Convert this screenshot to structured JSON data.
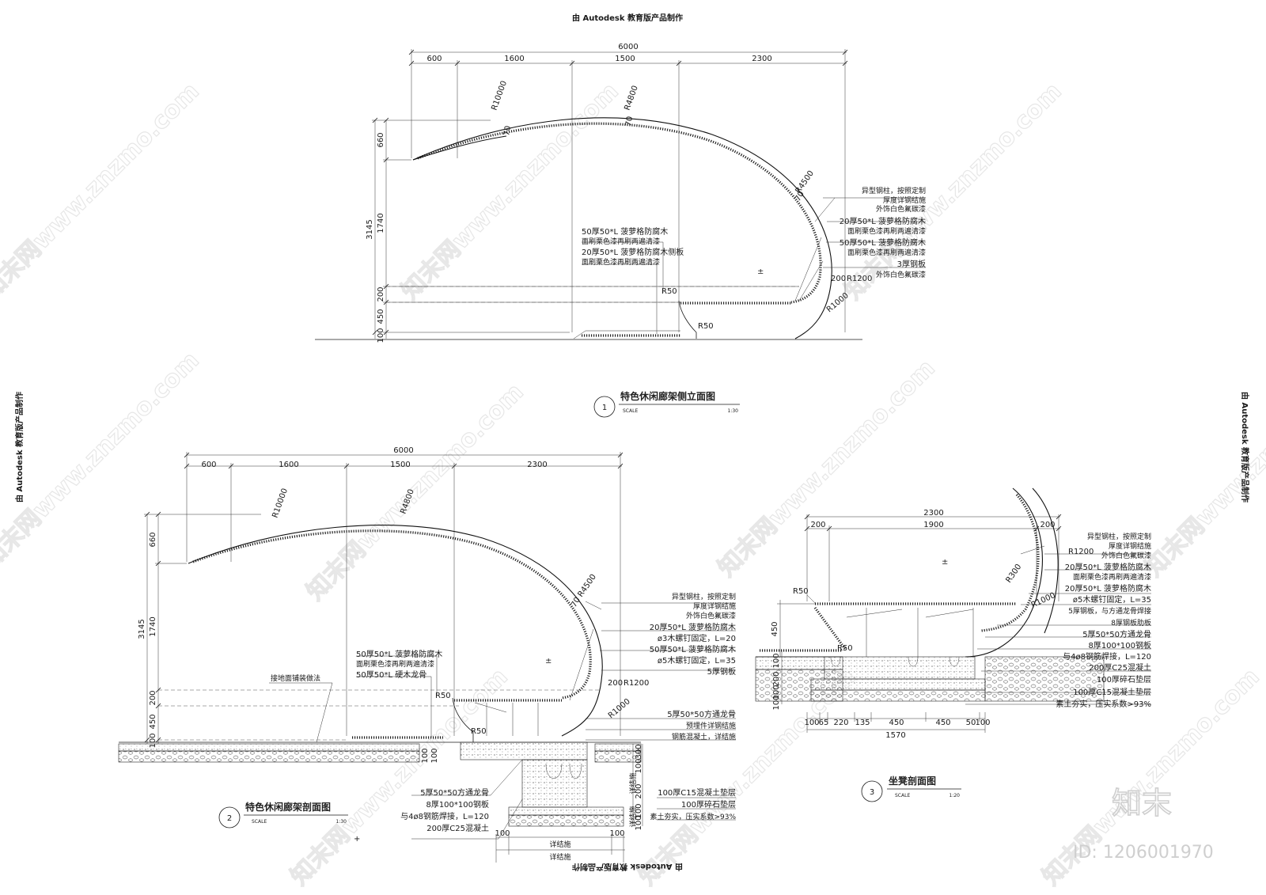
{
  "banner": {
    "top": "由 Autodesk 教育版产品制作",
    "bottom": "由 Autodesk 教育版产品制作",
    "left": "由 Autodesk 教育版产品制作",
    "right": "由 Autodesk 教育版产品制作"
  },
  "watermark": {
    "text": "知末网www.znzmo.com",
    "logo": "知末",
    "id": "ID: 1206001970"
  },
  "drawing1": {
    "number": "1",
    "title": "特色休闲廊架侧立面图",
    "scale_label": "SCALE",
    "scale_value": "1:30",
    "dim_total": "6000",
    "dims": [
      "600",
      "1600",
      "1500",
      "2300"
    ],
    "vdims": [
      "660",
      "1740",
      "200",
      "450",
      "100"
    ],
    "vtotal": "3145",
    "radii": [
      "R10000",
      "R4800",
      "R4500",
      "R1200",
      "R1000",
      "R50",
      "R50"
    ],
    "t70": "70",
    "t200": "200",
    "callouts_right": [
      "异型钢柱，按照定制",
      "厚度详钢结施",
      "外饰白色氟碳漆",
      "20厚50*L 菠萝格防腐木",
      "面刷栗色漆再刷两遍清漆",
      "50厚50*L 菠萝格防腐木",
      "面刷栗色漆再刷两遍清漆",
      "3厚钢板",
      "外饰白色氟碳漆"
    ],
    "callouts_mid": [
      "50厚50*L 菠萝格防腐木",
      "面刷栗色漆再刷两遍清漆",
      "20厚50*L 菠萝格防腐木侧板",
      "面刷栗色漆再刷两遍清漆"
    ]
  },
  "drawing2": {
    "number": "2",
    "title": "特色休闲廊架剖面图",
    "scale_label": "SCALE",
    "scale_value": "1:30",
    "dim_total": "6000",
    "dims": [
      "600",
      "1600",
      "1500",
      "2300"
    ],
    "vdims": [
      "660",
      "1740",
      "200",
      "450",
      "100"
    ],
    "vtotal": "3145",
    "radii": [
      "R10000",
      "R4800",
      "R4500",
      "R1200",
      "R1000",
      "R50",
      "R50"
    ],
    "t70": "70",
    "t200": "200",
    "ground_label": "接地面铺装做法",
    "callouts_right": [
      "异型钢柱，按照定制",
      "厚度详钢结施",
      "外饰白色氟碳漆",
      "20厚50*L 菠萝格防腐木",
      "ø3木螺钉固定，L=20",
      "50厚50*L 菠萝格防腐木",
      "ø5木螺钉固定，L=35",
      "5厚钢板"
    ],
    "callouts_mid": [
      "50厚50*L 菠萝格防腐木",
      "面刷栗色漆再刷两遍清漆",
      "50厚50*L 硬木龙骨"
    ],
    "callouts_lowright": [
      "5厚50*50方通龙骨",
      "预埋件详钢结施",
      "钢筋混凝土，详结施"
    ],
    "foundation": [
      "5厚50*50方通龙骨",
      "8厚100*100钢板",
      "与4ø8钢筋焊接，L=120",
      "200厚C25混凝土"
    ],
    "foundation_right": [
      "100厚C15混凝土垫层",
      "100厚碎石垫层",
      "素土夯实，压实系数>93%"
    ],
    "foot_dims": [
      "100",
      "100"
    ],
    "foot_labels": [
      "详结施",
      "详结施"
    ],
    "vert_labels": [
      "详结施",
      "详结施"
    ],
    "small_dims": [
      "300",
      "100",
      "200",
      "100",
      "100"
    ]
  },
  "drawing3": {
    "number": "3",
    "title": "坐凳剖面图",
    "scale_label": "SCALE",
    "scale_value": "1:20",
    "top_total": "2300",
    "top_dims": [
      "200",
      "1900",
      "200"
    ],
    "radii": [
      "R1200",
      "R300",
      "R1000",
      "R50",
      "R50"
    ],
    "vdim": "450",
    "left_dims": [
      "100",
      "200",
      "100",
      "100"
    ],
    "bottom_dims": [
      "100",
      "65",
      "220",
      "135",
      "450",
      "450",
      "50",
      "100"
    ],
    "bottom_total": "1570",
    "callouts": [
      "异型钢柱，按照定制",
      "厚度详钢结施",
      "外饰白色氟碳漆",
      "20厚50*L 菠萝格防腐木",
      "面刷栗色漆再刷两遍清漆",
      "20厚50*L 菠萝格防腐木",
      "ø5木螺钉固定，L=35",
      "5厚钢板，与方通龙骨焊接",
      "8厚钢板肋板",
      "5厚50*50方通龙骨",
      "8厚100*100钢板",
      "与4ø8钢筋焊接，L=120",
      "200厚C25混凝土",
      "100厚碎石垫层",
      "100厚C15混凝土垫层",
      "素土夯实，压实系数>93%"
    ]
  }
}
